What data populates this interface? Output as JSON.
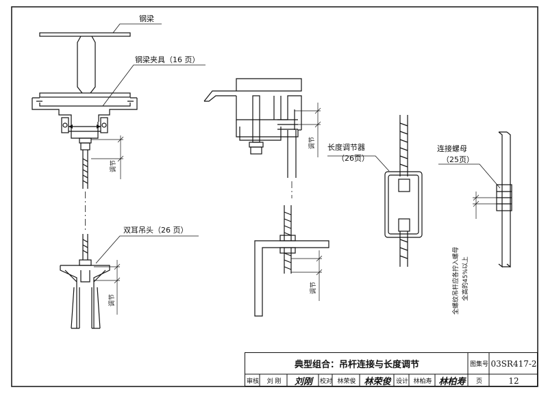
{
  "labels": {
    "steel_beam": "钢梁",
    "beam_clamp": "钢梁夹具（16 页）",
    "double_ear_hanger": "双耳吊头（26 页）",
    "length_adjuster_line1": "长度调节器",
    "length_adjuster_line2": "（26页）",
    "connecting_nut_line1": "连接螺母",
    "connecting_nut_line2": "（25页）",
    "adjust": "调节",
    "thread_note_line1": "全螺纹吊杆应各拧入螺母",
    "thread_note_line2": "全高的45%以上"
  },
  "title_block": {
    "title": "典型组合：吊杆连接与长度调节",
    "atlas_label": "图集号",
    "atlas_no": "03SR417-2",
    "review_label": "审核",
    "reviewer": "刘 刚",
    "reviewer_sig": "刘刚",
    "check_label": "校对",
    "checker": "林荣俊",
    "checker_sig": "林荣俊",
    "design_label": "设计",
    "designer": "林柏寿",
    "designer_sig": "林柏寿",
    "page_label": "页",
    "page_no": "12"
  }
}
